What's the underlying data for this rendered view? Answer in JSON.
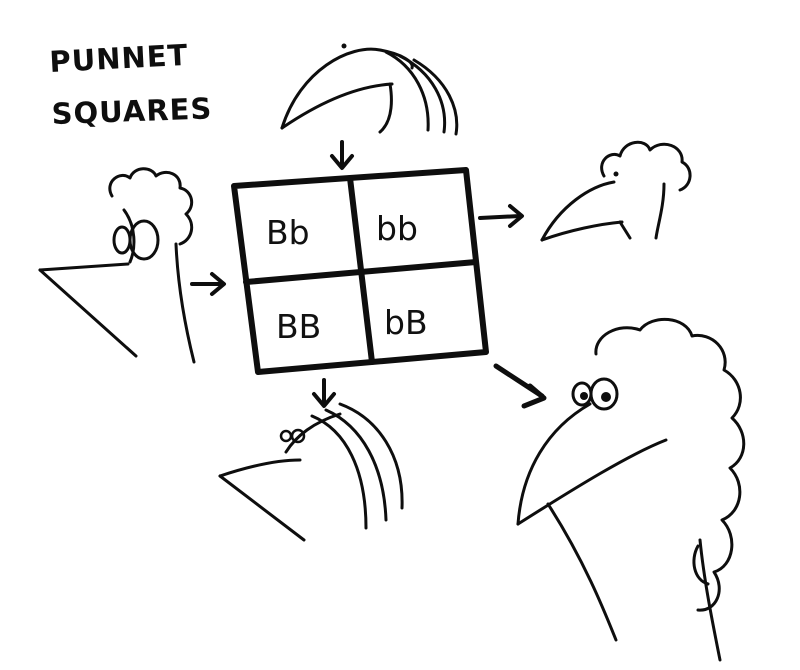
{
  "title": {
    "line1": "PUNNET",
    "line2": "SQUARES"
  },
  "punnett_square": {
    "cells": [
      {
        "label": "Bb"
      },
      {
        "label": "bb"
      },
      {
        "label": "BB"
      },
      {
        "label": "bB"
      }
    ]
  },
  "colors": {
    "ink": "#0e0e0e",
    "paper": "#ffffff"
  }
}
